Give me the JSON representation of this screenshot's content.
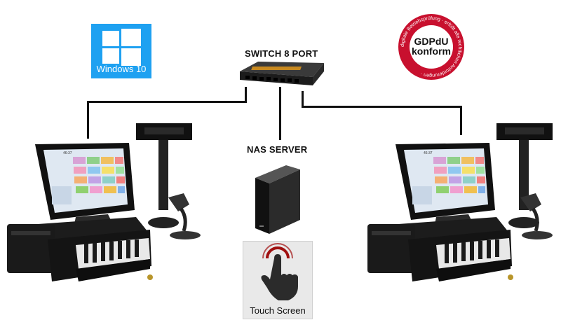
{
  "os_logo": {
    "icon": "windows-logo-icon",
    "text": "Windows 10",
    "color": "#1ea1f1"
  },
  "switch": {
    "label": "SWITCH 8 PORT",
    "icon": "network-switch-icon"
  },
  "nas": {
    "label": "NAS SERVER",
    "icon": "nas-server-icon"
  },
  "seal": {
    "icon": "gdpdu-seal-icon",
    "main_line1": "GDPdU",
    "main_line2": "konform",
    "ring_text": "digitale Betriebsprüfung · erfüllt alle rechtlichen Anforderungen ·",
    "color": "#c8102e"
  },
  "touch": {
    "label": "Touch Screen",
    "icon": "hand-tap-icon",
    "accent": "#a01010"
  },
  "terminals": [
    {
      "name": "pos-terminal-left",
      "screen_time": "46:37"
    },
    {
      "name": "pos-terminal-right",
      "screen_time": "46:37"
    }
  ]
}
